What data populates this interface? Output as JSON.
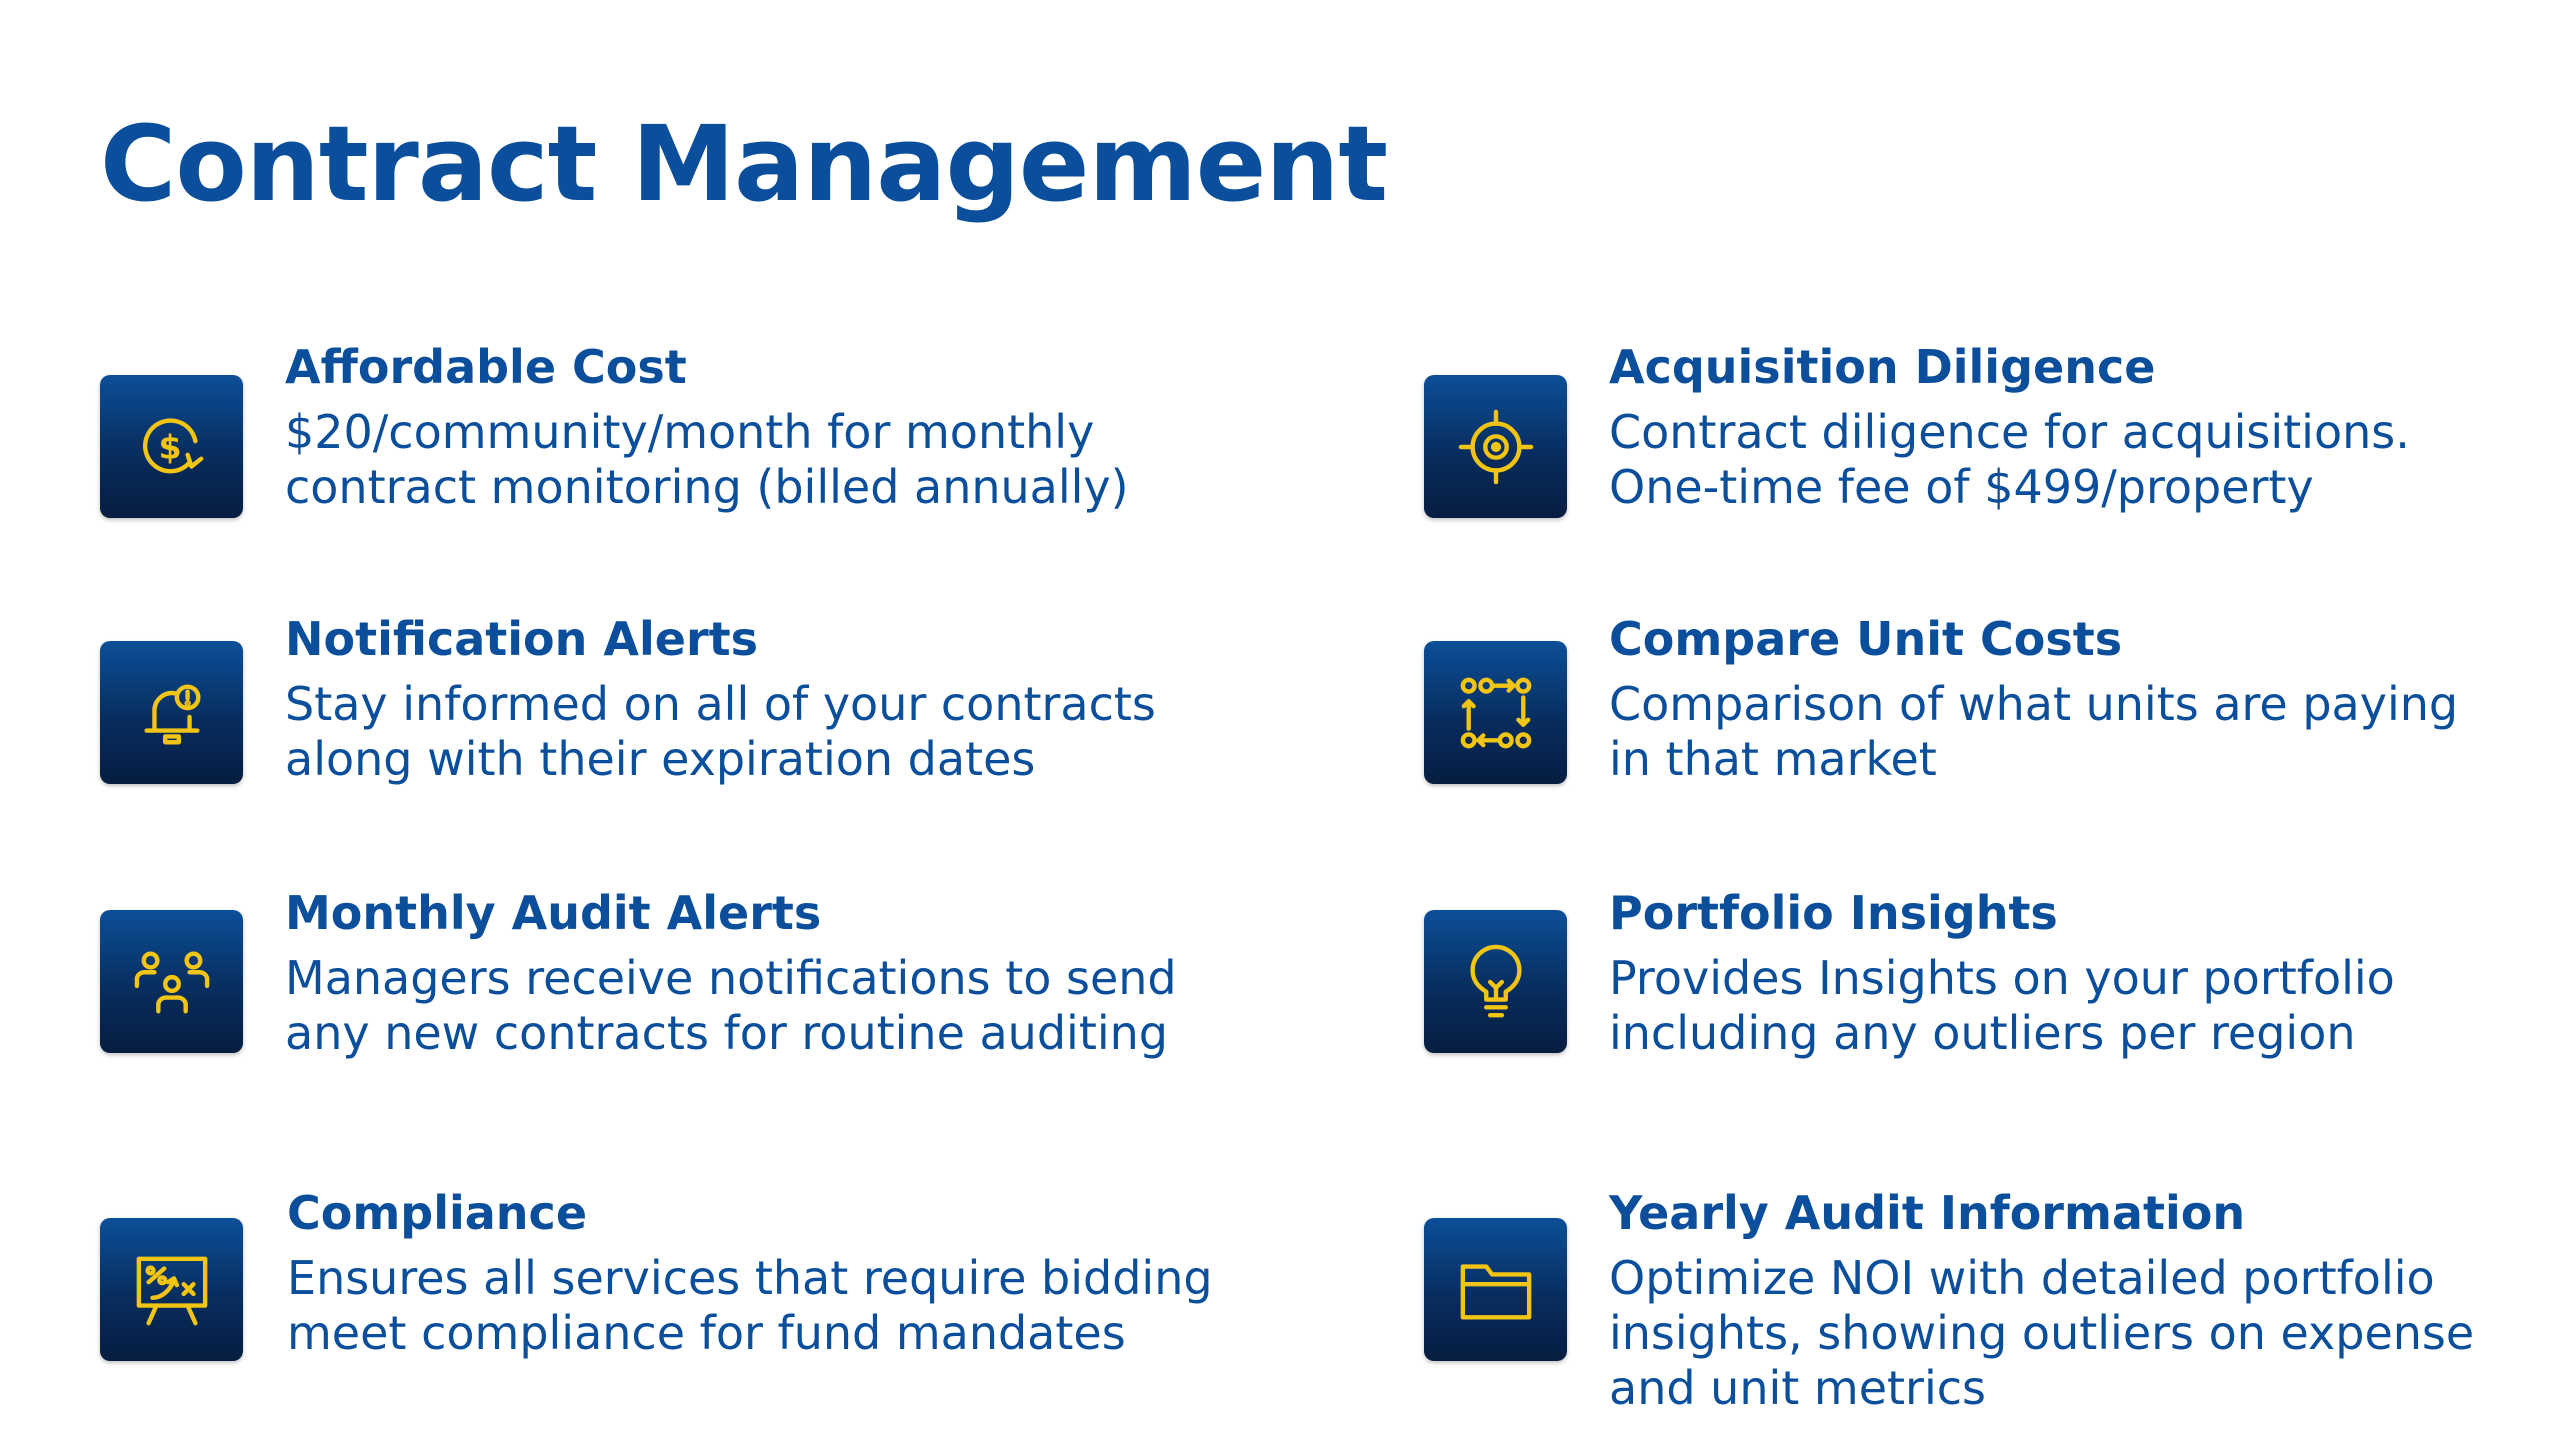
{
  "page": {
    "title": "Contract Management"
  },
  "colors": {
    "brand_blue": "#0b4f9c",
    "icon_gold": "#f2c414",
    "tile_dark": "#061d40"
  },
  "features": [
    {
      "title": "Affordable Cost",
      "description": "$20/community/month for monthly\ncontract monitoring (billed annually)",
      "icon": "dollar-cycle-icon"
    },
    {
      "title": "Acquisition Diligence",
      "description": "Contract diligence for acquisitions.\nOne-time fee of $499/property",
      "icon": "target-icon"
    },
    {
      "title": "Notification Alerts",
      "description": "Stay informed on all of your contracts\nalong with their expiration dates",
      "icon": "bell-alert-icon"
    },
    {
      "title": "Compare Unit Costs",
      "description": "Comparison of what units are paying\nin that market",
      "icon": "compare-flow-icon"
    },
    {
      "title": "Monthly Audit Alerts",
      "description": "Managers receive notifications to send\nany new contracts for routine auditing",
      "icon": "team-icon"
    },
    {
      "title": "Portfolio Insights",
      "description": "Provides Insights on your portfolio\nincluding any outliers per region",
      "icon": "lightbulb-icon"
    },
    {
      "title": "Compliance",
      "description": "Ensures all services that require bidding\nmeet compliance for fund mandates",
      "icon": "strategy-board-icon"
    },
    {
      "title": "Yearly Audit Information",
      "description": "Optimize NOI with detailed portfolio\ninsights, showing outliers on expense\nand unit metrics",
      "icon": "folder-icon"
    }
  ]
}
